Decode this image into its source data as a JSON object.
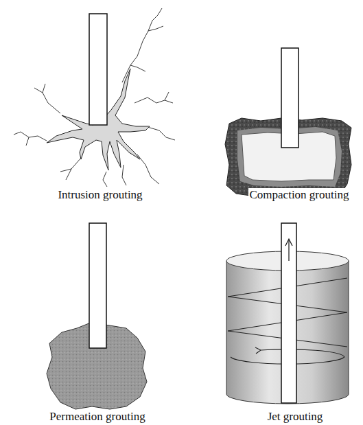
{
  "diagram": {
    "labels": [
      "Intrusion grouting",
      "Compaction grouting",
      "Permeation grouting",
      "Jet grouting"
    ]
  }
}
